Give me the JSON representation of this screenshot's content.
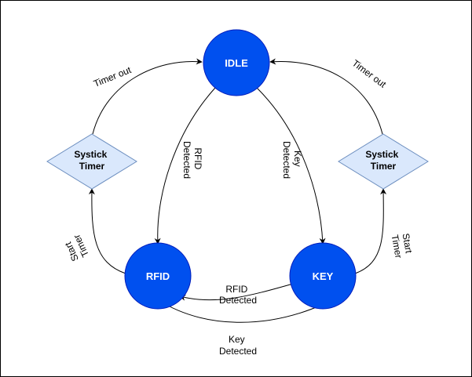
{
  "diagram": {
    "colors": {
      "state_fill": "#0050ef",
      "state_stroke": "#001dbc",
      "timer_fill": "#dae8fc",
      "timer_stroke": "#6c8ebf",
      "frame": "#000000",
      "edge": "#000000"
    },
    "states": {
      "idle": "IDLE",
      "rfid": "RFID",
      "key": "KEY"
    },
    "timers": {
      "left": [
        "Systick",
        "Timer"
      ],
      "right": [
        "Systick",
        "Timer"
      ]
    },
    "edges": {
      "idle_to_rfid": [
        "RFID",
        "Detected"
      ],
      "idle_to_key": [
        "Key",
        "Detected"
      ],
      "key_to_rfid": [
        "RFID",
        "Detected"
      ],
      "rfid_to_key": [
        "Key",
        "Detected"
      ],
      "left_timer_to_idle": "Timer out",
      "right_timer_to_idle": "Timer out",
      "rfid_to_left_timer": [
        "Start",
        "Timer"
      ],
      "key_to_right_timer": [
        "Start",
        "Timer"
      ]
    }
  }
}
